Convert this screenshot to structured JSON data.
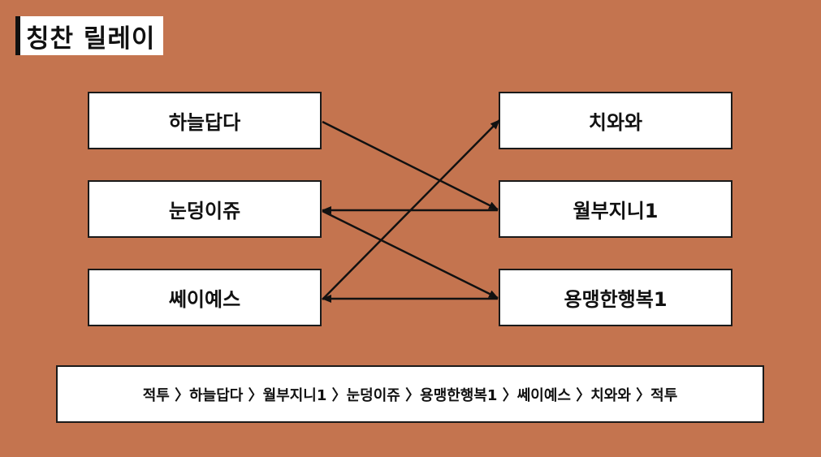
{
  "title": "칭찬 릴레이",
  "left_nodes": [
    "하늘답다",
    "눈덩이쥬",
    "쎄이예스"
  ],
  "right_nodes": [
    "치와와",
    "월부지니1",
    "용맹한행복1"
  ],
  "sequence": "적투 〉하늘답다 〉월부지니1 〉눈덩이쥬 〉용맹한행복1 〉쎄이예스 〉치와와 〉적투",
  "colors": {
    "background": "#C4744F",
    "box": "#ffffff",
    "line": "#111111"
  }
}
